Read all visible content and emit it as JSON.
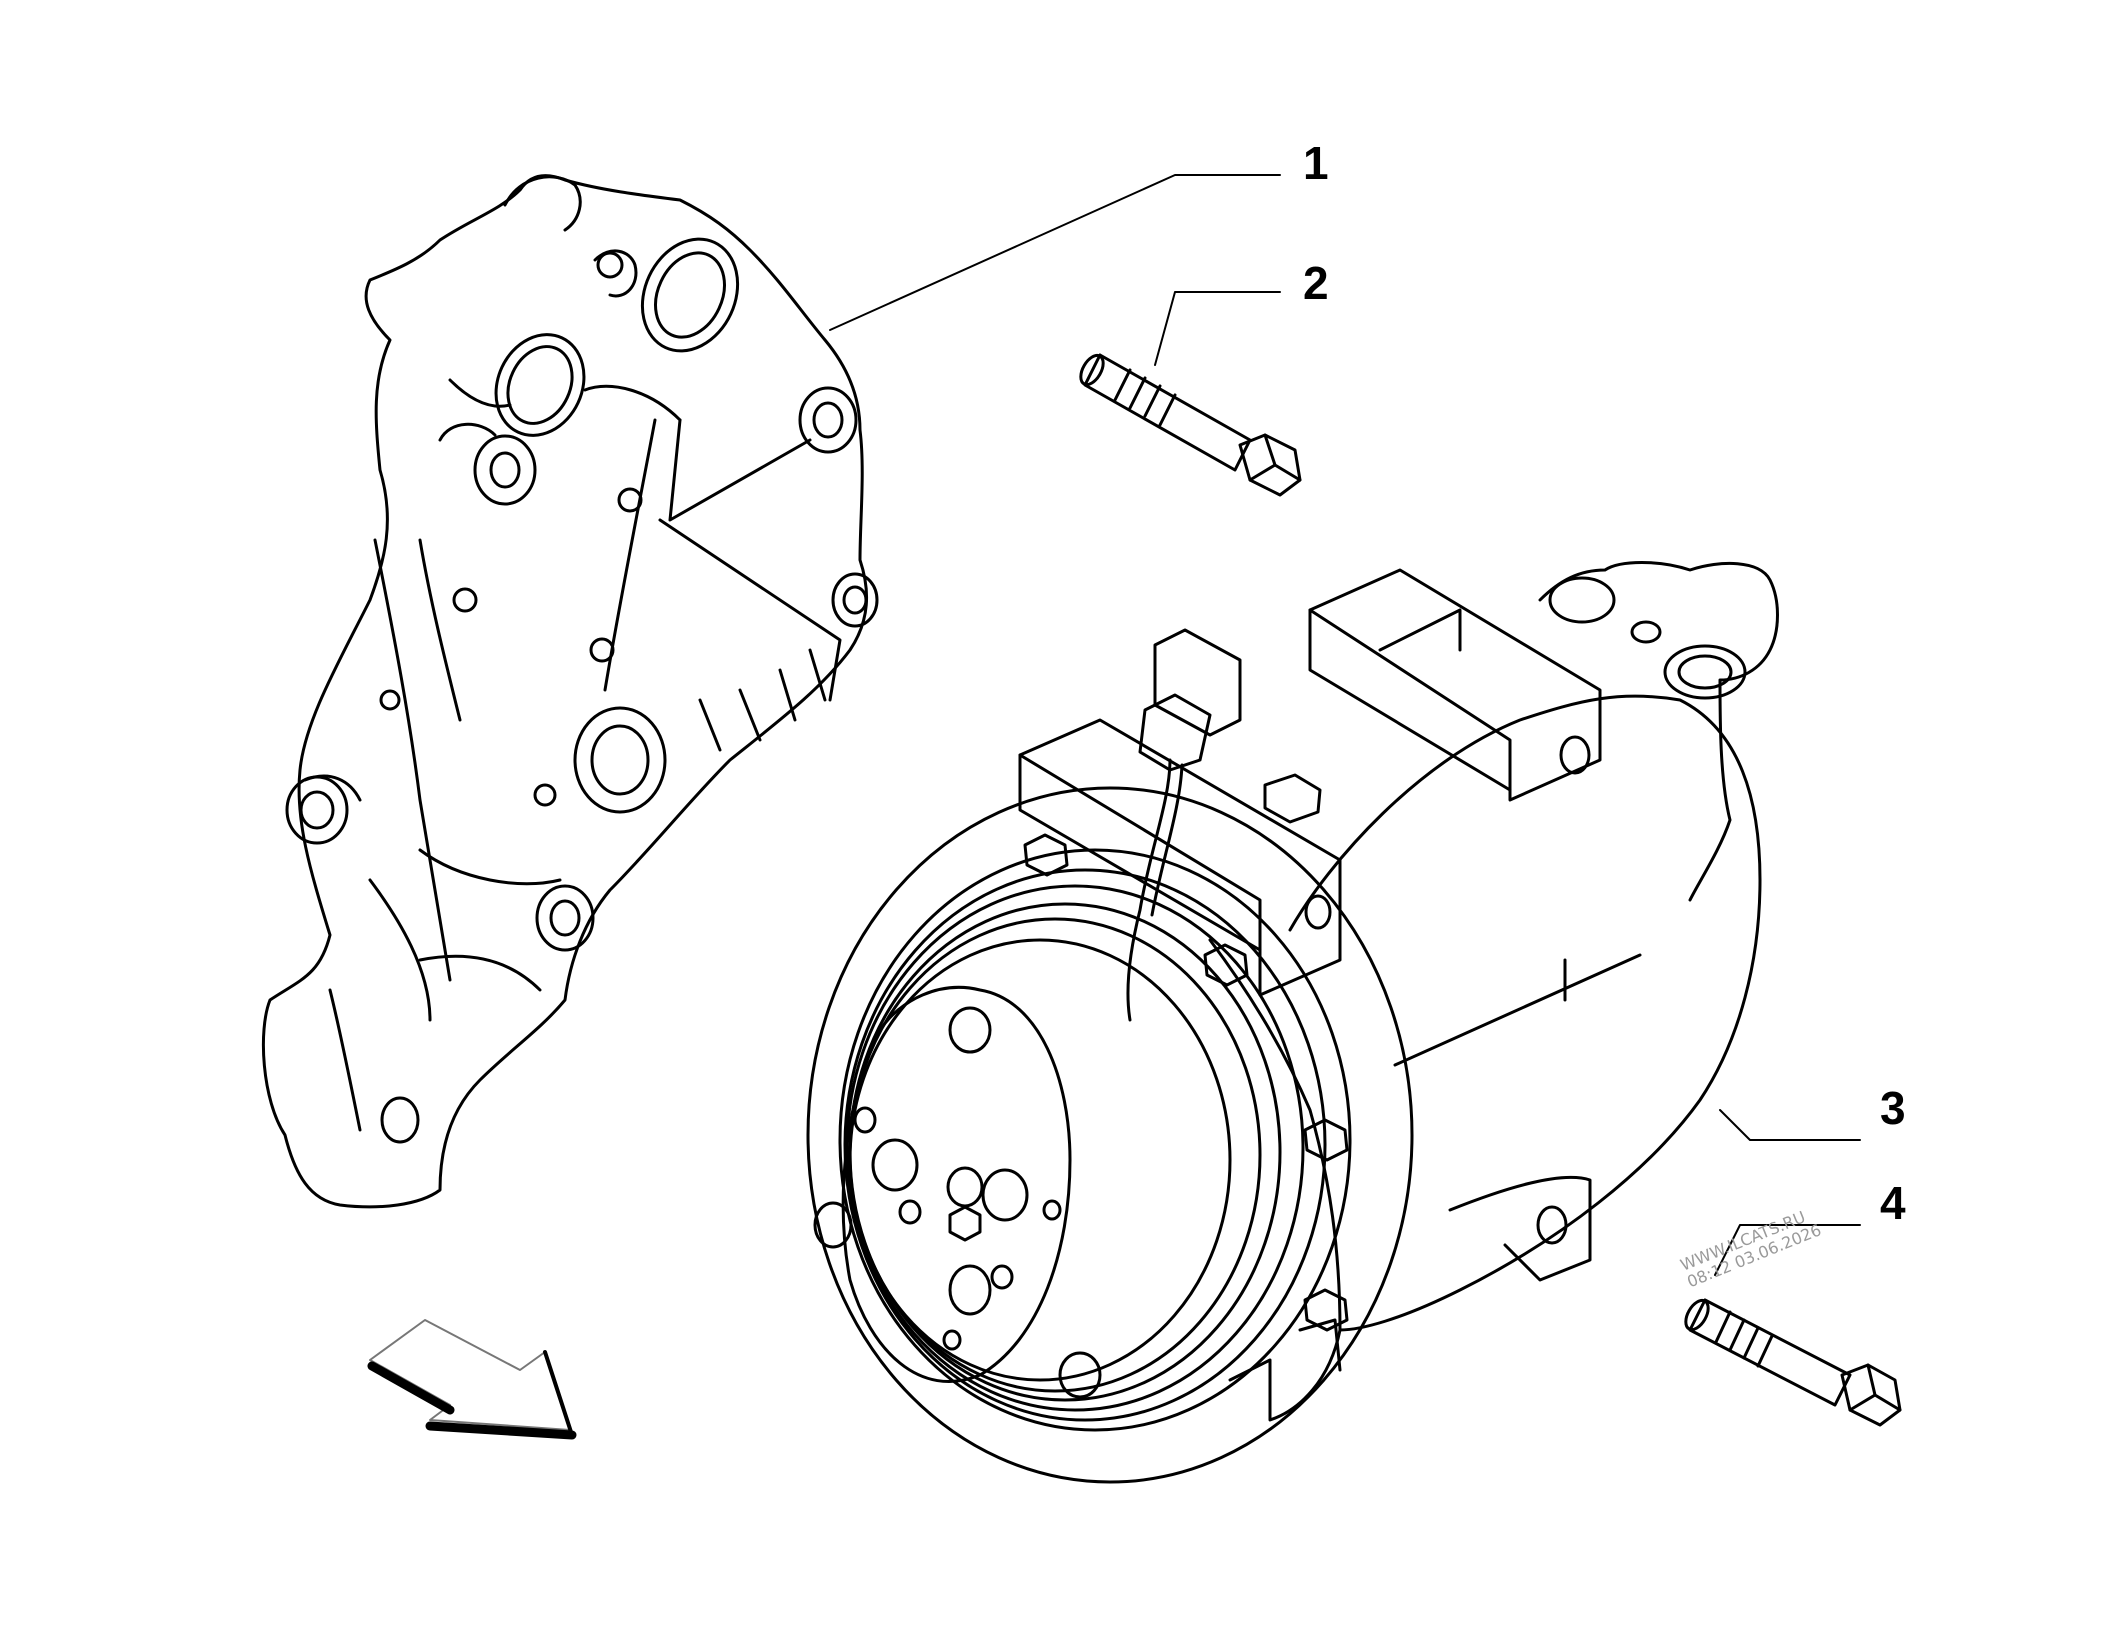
{
  "callouts": [
    {
      "id": "1",
      "label": "1"
    },
    {
      "id": "2",
      "label": "2"
    },
    {
      "id": "3",
      "label": "3"
    },
    {
      "id": "4",
      "label": "4"
    }
  ],
  "watermark": {
    "line1": "WWW.ILCATS.RU",
    "line2": "08:12 03.06.2026"
  }
}
